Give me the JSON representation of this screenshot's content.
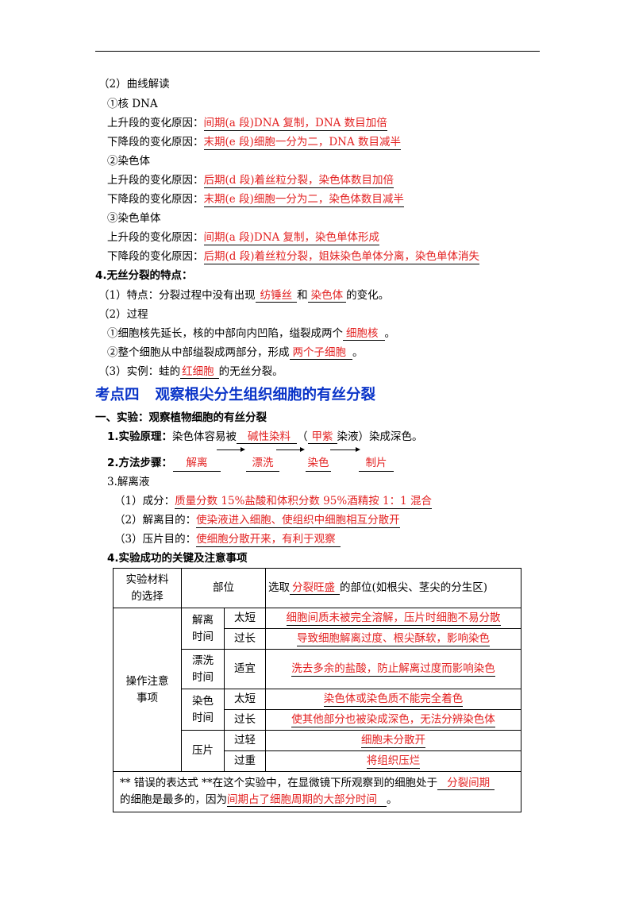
{
  "sec2": {
    "title": "（2）曲线解读",
    "dna": "①核 DNA",
    "rise_label": "上升段的变化原因：",
    "fall_label": "下降段的变化原因：",
    "dna_rise": "间期(a 段)DNA 复制，DNA 数目加倍",
    "dna_fall": "末期(e 段)细胞一分为二，DNA 数目减半",
    "chrom": "②染色体",
    "chrom_rise": "后期(d 段)着丝粒分裂，染色体数目加倍",
    "chrom_fall": "末期(e 段)细胞一分为二，染色体数目减半",
    "chromatid": "③染色单体",
    "chromatid_rise": "间期(a 段)DNA 复制，染色单体形成",
    "chromatid_fall": "后期(d 段)着丝粒分裂，姐妹染色单体分离，染色单体消失"
  },
  "amitosis": {
    "title": "4.无丝分裂的特点：",
    "feature_pre": "（1）特点：分裂过程中没有出现",
    "feature_a1": "纺锤丝",
    "feature_mid": "和",
    "feature_a2": "染色体",
    "feature_post": "的变化。",
    "process": "（2）过程",
    "p1_pre": "①细胞核先延长，核的中部向内凹陷，缢裂成两个",
    "p1_ans": "细胞核",
    "p1_post": "。",
    "p2_pre": "②整个细胞从中部缢裂成两部分，形成",
    "p2_ans": "两个子细胞",
    "p2_post": "。",
    "example_pre": "（3）实例：蛙的",
    "example_ans": "红细胞",
    "example_post": "的无丝分裂。"
  },
  "kaodian": {
    "label": "考点四",
    "title": "观察根尖分生组织细胞的有丝分裂"
  },
  "experiment": {
    "title": "一、实验：观察植物细胞的有丝分裂",
    "principle_label": "1.实验原理：",
    "principle_pre": "染色体容易被",
    "principle_a1": "碱性染料",
    "principle_mid": "（",
    "principle_a2": "甲紫",
    "principle_post": "染液）染成深色。",
    "steps_label": "2.方法步骤：",
    "steps": [
      "解离",
      "漂洗",
      "染色",
      "制片"
    ],
    "solution_title": "3.解离液",
    "comp_label": "（1）成分：",
    "comp_ans": "质量分数 15%盐酸和体积分数 95%酒精按 1：1 混合",
    "purpose_label": "（2）解离目的：",
    "purpose_ans": "使染液进入细胞、使组织中细胞相互分散开",
    "press_label": "（3）压片目的：",
    "press_ans": "使细胞分散开来，有利于观察",
    "keys_title": "4.实验成功的关键及注意事项"
  },
  "table": {
    "material_label": "实验材料的选择",
    "part_label": "部位",
    "part_pre": "选取",
    "part_ans": "分裂旺盛",
    "part_post": "的部位(如根尖、茎尖的分生区)",
    "ops_label": "操作注意事项",
    "dissociation_time": "解离时间",
    "too_short": "太短",
    "too_long": "过长",
    "diss_short": "细胞间质未被完全溶解，压片时细胞不易分散",
    "diss_long": "导致细胞解离过度、根尖酥软，影响染色",
    "rinse_time": "漂洗时间",
    "proper": "适宜",
    "rinse_ans": "洗去多余的盐酸，防止解离过度而影响染色",
    "stain_time": "染色时间",
    "stain_short": "染色体或染色质不能完全着色",
    "stain_long": "使其他部分也被染成深色，无法分辨染色体",
    "press": "压片",
    "too_light": "过轻",
    "too_heavy": "过重",
    "press_light": "细胞未分散开",
    "press_heavy": "将组织压烂",
    "note_pre": "** 错误的表达式 **在这个实验中，在显微镜下所观察到的细胞处于",
    "note_a1": "分裂间期",
    "note_mid": "的细胞是最多的，因为",
    "note_a2": "间期占了细胞周期的大部分时间",
    "note_post": "。"
  }
}
